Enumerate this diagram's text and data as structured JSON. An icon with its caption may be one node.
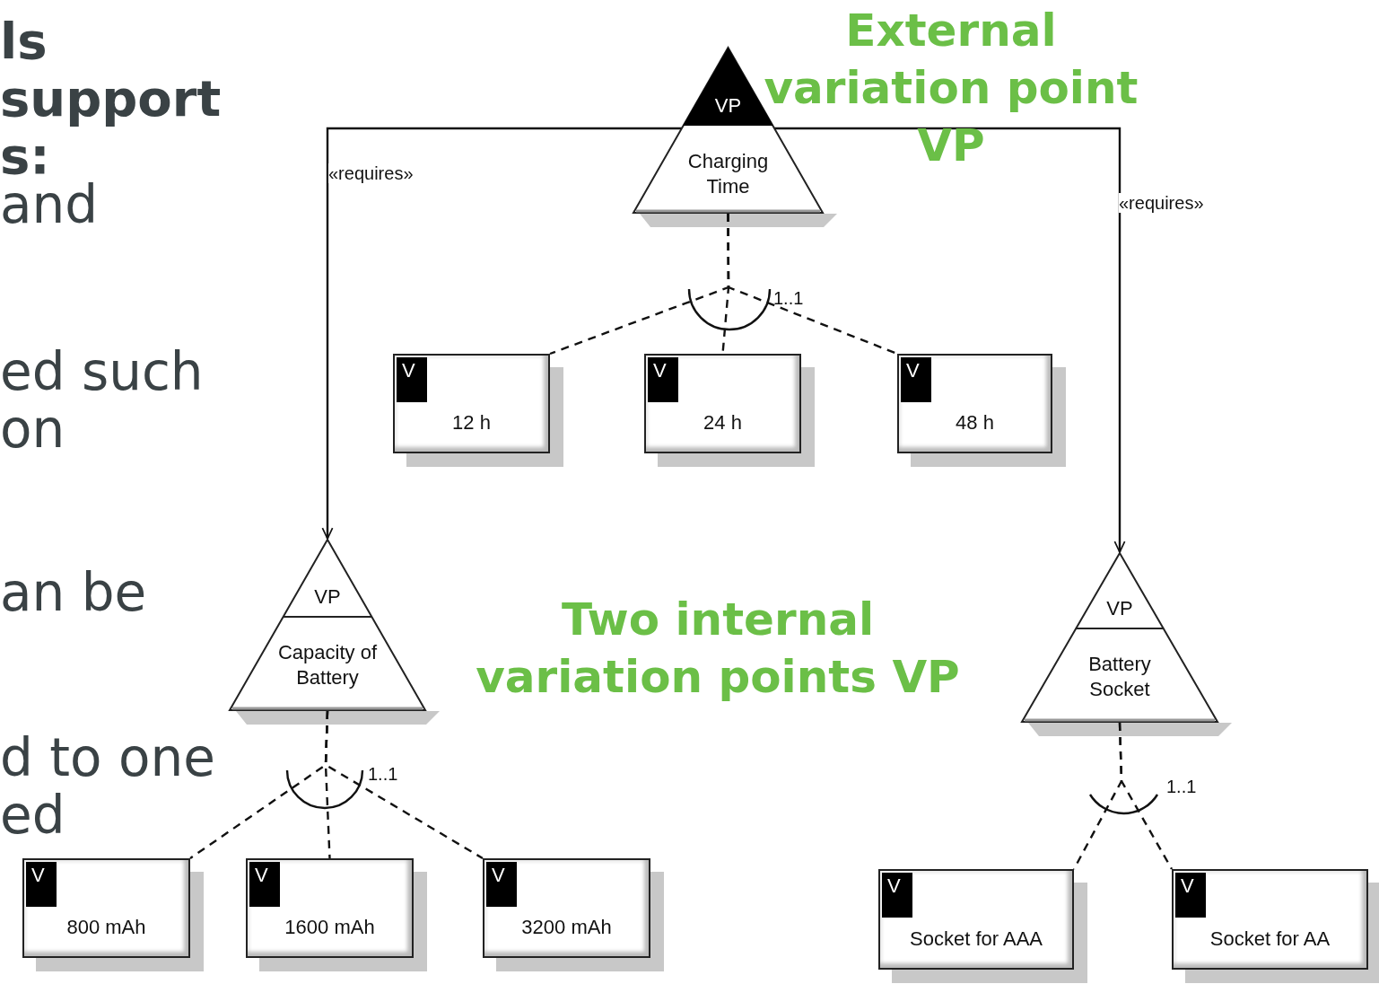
{
  "diagram": {
    "nodes": [
      {
        "text": [
          "VP",
          "Charging Time"
        ]
      },
      {
        "text": [
          "V",
          "12 h"
        ]
      },
      {
        "text": [
          "V",
          "24 h"
        ]
      },
      {
        "text": [
          "V",
          "48 h"
        ]
      },
      {
        "text": [
          "VP",
          "Capacity of Battery"
        ]
      },
      {
        "text": [
          "V",
          "800 mAh"
        ]
      },
      {
        "text": [
          "V",
          "1600 mAh"
        ]
      },
      {
        "text": [
          "V",
          "3200 mAh"
        ]
      },
      {
        "text": [
          "VP",
          "Battery Socket"
        ]
      },
      {
        "text": [
          "V",
          "Socket for AAA"
        ]
      },
      {
        "text": [
          "V",
          "Socket for AA"
        ]
      }
    ],
    "edges": [
      {
        "from": 0,
        "to": 4,
        "arrow": "to",
        "label": "«requires»"
      },
      {
        "from": 0,
        "to": 8,
        "arrow": "to",
        "label": "«requires»"
      },
      {
        "from": 0,
        "to": 1,
        "arrow": "none",
        "style": "dashed"
      },
      {
        "from": 0,
        "to": 2,
        "arrow": "none",
        "style": "dashed"
      },
      {
        "from": 0,
        "to": 3,
        "arrow": "none",
        "style": "dashed"
      },
      {
        "from": 4,
        "to": 5,
        "arrow": "none",
        "style": "dashed"
      },
      {
        "from": 4,
        "to": 6,
        "arrow": "none",
        "style": "dashed"
      },
      {
        "from": 4,
        "to": 7,
        "arrow": "none",
        "style": "dashed"
      },
      {
        "from": 8,
        "to": 9,
        "arrow": "none",
        "style": "dashed"
      },
      {
        "from": 8,
        "to": 10,
        "arrow": "none",
        "style": "dashed"
      }
    ],
    "labels": [
      "ls support s:",
      "and",
      "ed such on",
      "an be",
      "d to one ed",
      "External variation point VP",
      "Two internal variation points VP",
      "1..1",
      "1..1",
      "1..1"
    ]
  }
}
